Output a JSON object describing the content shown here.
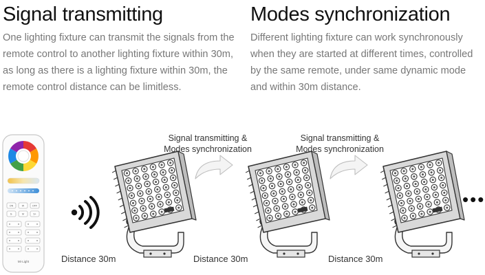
{
  "left": {
    "heading": "Signal transmitting",
    "body": "One lighting fixture can transmit the signals from the remote control to another lighting fixture within 30m, as long as there is a lighting fixture within 30m, the remote control distance can be limitless."
  },
  "right": {
    "heading": "Modes synchronization",
    "body": "Different lighting fixture can work synchronously when they are started at different times, controlled by the same remote, under same dynamic mode and within 30m distance."
  },
  "diagram": {
    "captions": [
      {
        "line1": "Signal transmitting &",
        "line2": "Modes synchronization"
      },
      {
        "line1": "Signal transmitting &",
        "line2": "Modes synchronization"
      }
    ],
    "distances": [
      "Distance 30m",
      "Distance 30m",
      "Distance 30m"
    ],
    "remote": {
      "brand": "Mi·Light",
      "buttons": [
        "ON",
        "W",
        "OFF",
        "S-",
        "M",
        "S+"
      ]
    },
    "continuation": "•••"
  }
}
